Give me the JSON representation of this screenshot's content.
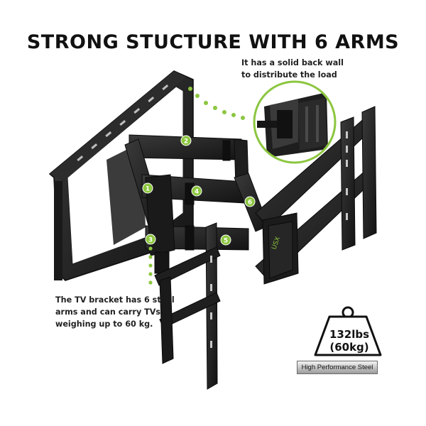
{
  "headline": "STRONG STUCTURE WITH 6 ARMS",
  "top_caption": [
    "It has a solid back wall",
    "to distribute the load"
  ],
  "left_caption": [
    "The TV bracket has 6 steel",
    "arms and can carry TVs",
    "weighing up to 60 kg."
  ],
  "weight_badge": {
    "line1": "132lbs",
    "line2": "(60kg)",
    "icon": "weight-icon"
  },
  "steel_label": "High Performance Steel",
  "arm_numbers": [
    "1",
    "2",
    "3",
    "4",
    "5",
    "6"
  ],
  "colors": {
    "accent_green": "#8cc63f",
    "steel_black": "#1c1c1c",
    "text": "#111111"
  }
}
